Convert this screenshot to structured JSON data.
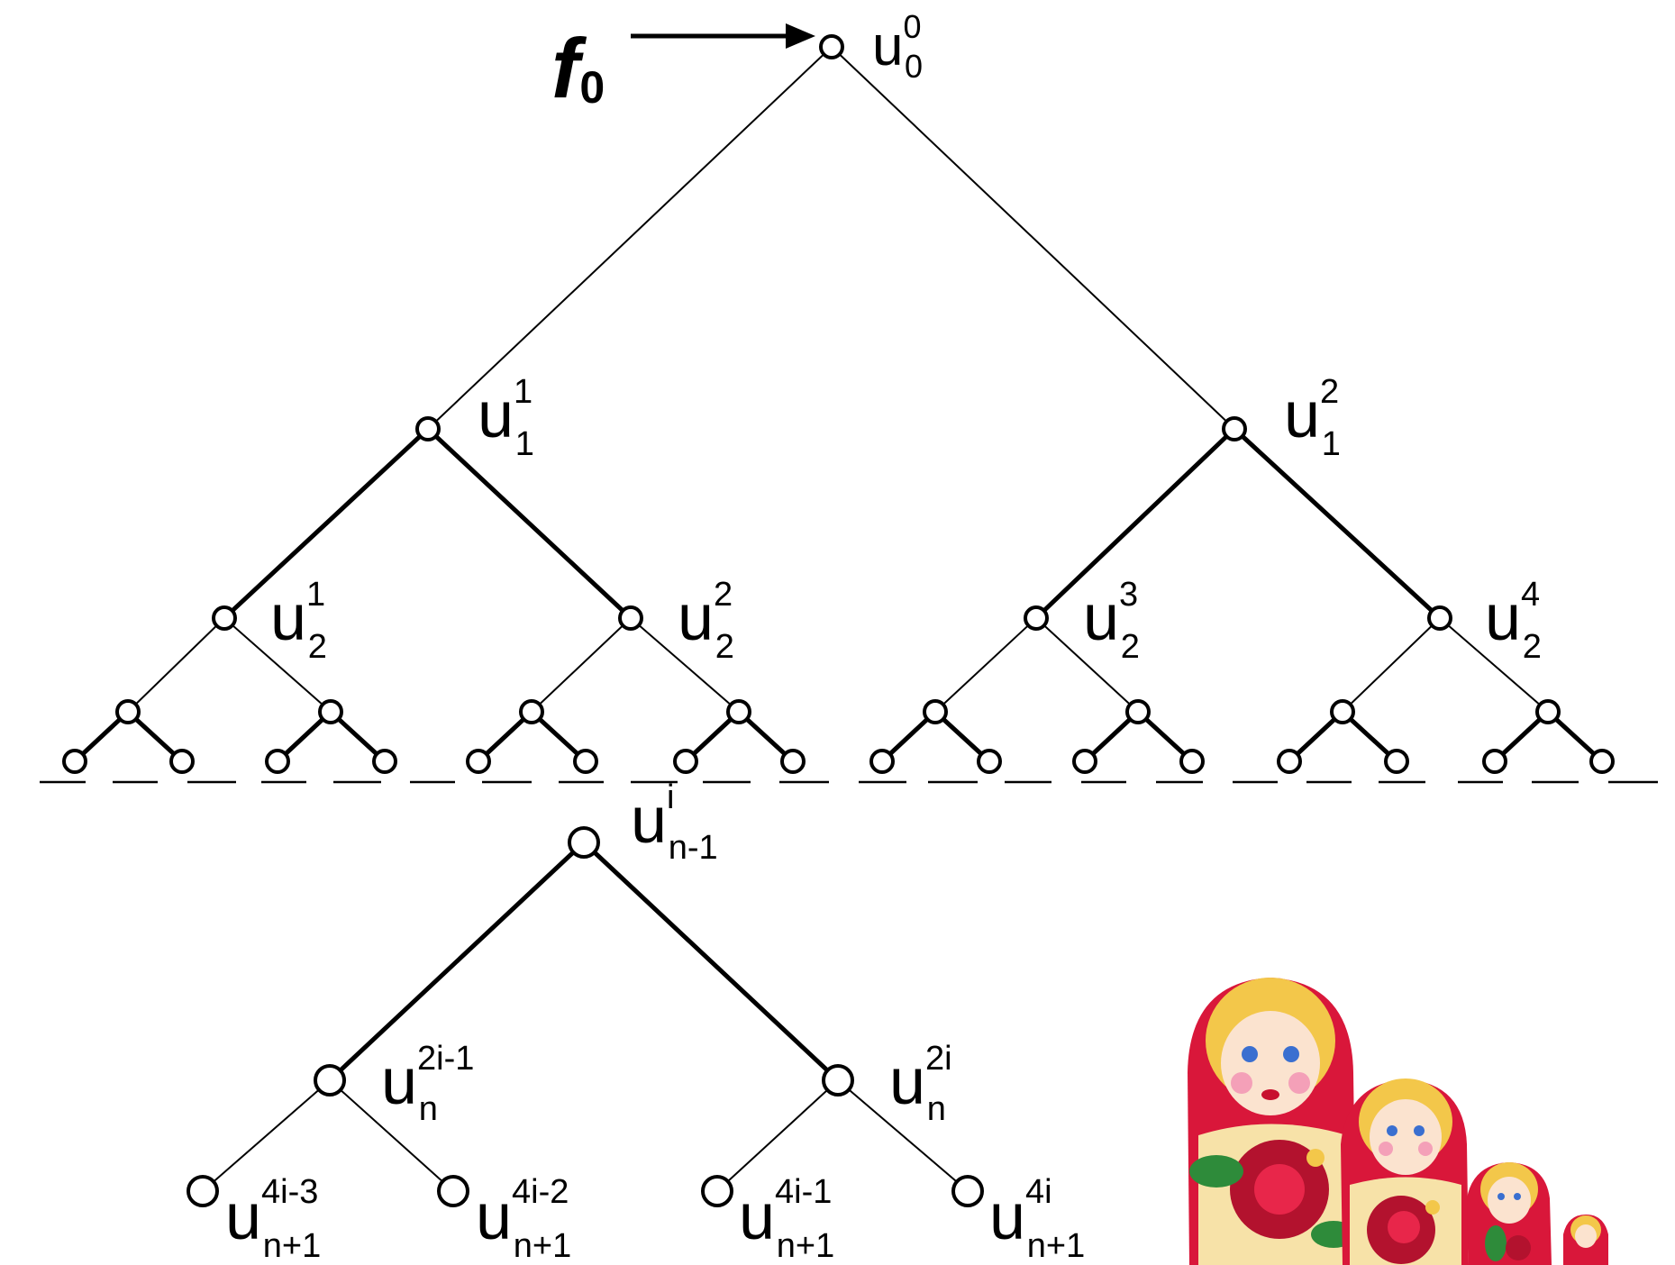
{
  "input_label": {
    "base": "f",
    "sub": "0"
  },
  "labels": [
    {
      "id": "u00",
      "base": "u",
      "sup": "0",
      "sub": "0"
    },
    {
      "id": "u11",
      "base": "u",
      "sup": "1",
      "sub": "1"
    },
    {
      "id": "u12",
      "base": "u",
      "sup": "2",
      "sub": "1"
    },
    {
      "id": "u21",
      "base": "u",
      "sup": "1",
      "sub": "2"
    },
    {
      "id": "u22",
      "base": "u",
      "sup": "2",
      "sub": "2"
    },
    {
      "id": "u23",
      "base": "u",
      "sup": "3",
      "sub": "2"
    },
    {
      "id": "u24",
      "base": "u",
      "sup": "4",
      "sub": "2"
    },
    {
      "id": "uni",
      "base": "u",
      "sup": "i",
      "sub": "n-1"
    },
    {
      "id": "un2i1",
      "base": "u",
      "sup": "2i-1",
      "sub": "n"
    },
    {
      "id": "un2i",
      "base": "u",
      "sup": "2i",
      "sub": "n"
    },
    {
      "id": "l1",
      "base": "u",
      "sup": "4i-3",
      "sub": "n+1"
    },
    {
      "id": "l2",
      "base": "u",
      "sup": "4i-2",
      "sub": "n+1"
    },
    {
      "id": "l3",
      "base": "u",
      "sup": "4i-1",
      "sub": "n+1"
    },
    {
      "id": "l4",
      "base": "u",
      "sup": "4i",
      "sub": "n+1"
    }
  ],
  "dolls": {
    "description_icon": "matryoshka-dolls-image",
    "colors": {
      "body": "#d9173a",
      "head": "#f3c74a",
      "face": "#fbe3cf",
      "leaf": "#2e8b3a",
      "flower": "#b3122e"
    }
  }
}
